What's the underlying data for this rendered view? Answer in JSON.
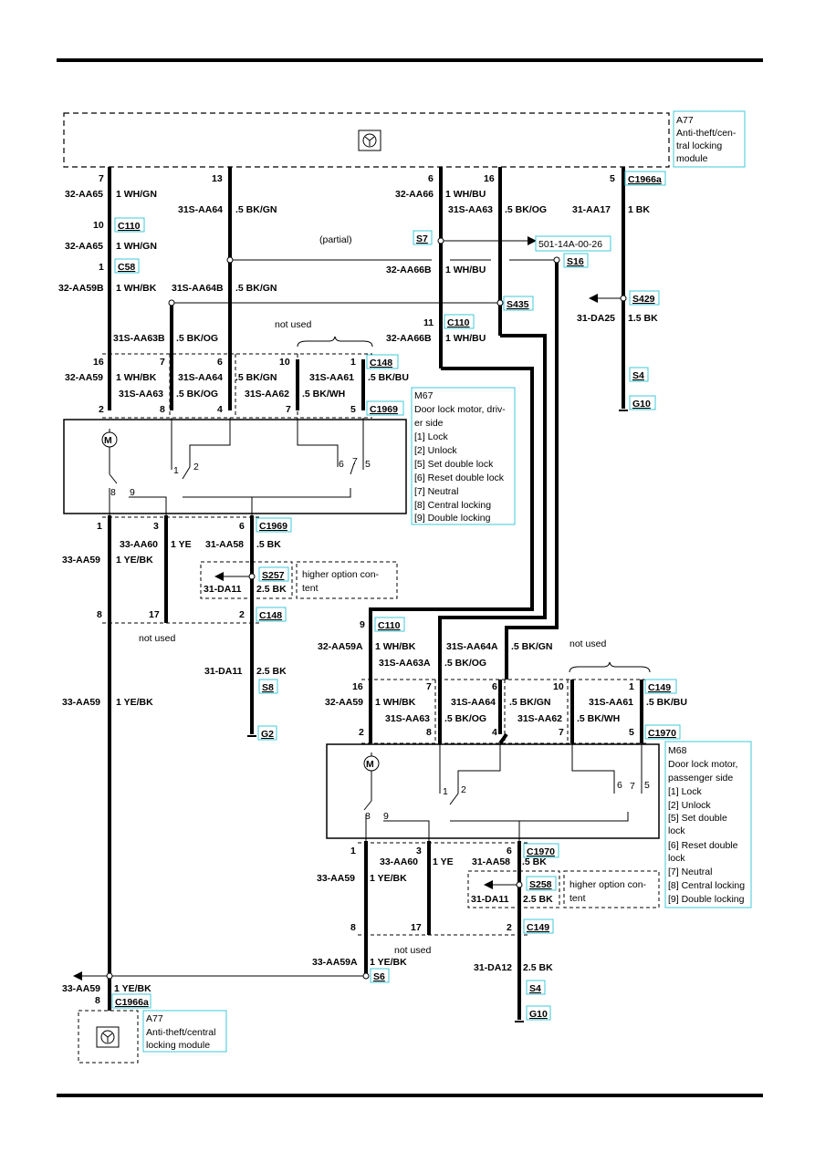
{
  "diagram": {
    "modules": {
      "a77_top": {
        "label_lines": [
          "A77",
          "Anti-theft/cen-",
          "tral locking",
          "module"
        ]
      },
      "a77_bottom": {
        "label_lines": [
          "A77",
          "Anti-theft/central",
          "locking module"
        ]
      },
      "m67": {
        "label_lines": [
          "M67",
          "Door lock motor, driv-",
          "er side",
          "[1] Lock",
          "[2] Unlock",
          "[5] Set double lock",
          "[6] Reset double lock",
          "[7] Neutral",
          "[8] Central locking",
          "[9] Double locking"
        ]
      },
      "m68": {
        "label_lines": [
          "M68",
          "Door lock motor,",
          "passenger side",
          "[1] Lock",
          "[2] Unlock",
          "[5] Set double",
          "lock",
          "[6] Reset double",
          "lock",
          "[7] Neutral",
          "[8] Central locking",
          "[9] Double locking"
        ]
      },
      "higher_option_1": {
        "label_lines": [
          "higher option con-",
          "tent"
        ]
      },
      "higher_option_2": {
        "label_lines": [
          "higher option con-",
          "tent"
        ]
      }
    },
    "connectors": {
      "c1966a_top": "C1966a",
      "c110_a": "C110",
      "c58": "C58",
      "s7": "S7",
      "s16": "S16",
      "s435": "S435",
      "s429": "S429",
      "c110_b": "C110",
      "s4_top": "S4",
      "g10_top": "G10",
      "c148_a": "C148",
      "c1969_a": "C1969",
      "c1969_b": "C1969",
      "s257": "S257",
      "c148_b": "C148",
      "c110_c": "C110",
      "s8": "S8",
      "g2": "G2",
      "c149_a": "C149",
      "c1970_a": "C1970",
      "c1970_b": "C1970",
      "s258": "S258",
      "c149_b": "C149",
      "s6": "S6",
      "s4_bottom": "S4",
      "g10_bottom": "G10",
      "c1966a_bottom": "C1966a"
    },
    "reference": "501-14A-00-26",
    "partial": "(partial)",
    "not_used_1": "not used",
    "not_used_2": "not used",
    "not_used_3": "not used",
    "not_used_4": "not used",
    "pins": {
      "p7": "7",
      "p13": "13",
      "p6": "6",
      "p16": "16",
      "p5": "5",
      "p10a": "10",
      "p1a": "1",
      "p11": "11",
      "r16": "16",
      "r7": "7",
      "r6": "6",
      "r10": "10",
      "r1": "1",
      "r2": "2",
      "r8": "8",
      "r4": "4",
      "r7b": "7",
      "r5": "5",
      "m1": "1",
      "m3": "3",
      "m6": "6",
      "m8": "8",
      "m17": "17",
      "m2": "2",
      "q9": "9",
      "s16p": "16",
      "s7p": "7",
      "s6p": "6",
      "s10p": "10",
      "s1p": "1",
      "s2p": "2",
      "s8p": "8",
      "s4p": "4",
      "s7b": "7",
      "s5p": "5",
      "n1": "1",
      "n3": "3",
      "n6": "6",
      "n8": "8",
      "n17": "17",
      "n2": "2",
      "b8": "8"
    },
    "wires": {
      "w1": "32-AA65",
      "w1c": "1 WH/GN",
      "w2": "31S-AA64",
      "w2c": ".5 BK/GN",
      "w3": "32-AA66",
      "w3c": "1 WH/BU",
      "w4": "31S-AA63",
      "w4c": ".5 BK/OG",
      "w5": "31-AA17",
      "w5c": "1 BK",
      "w6": "32-AA65",
      "w6c": "1 WH/GN",
      "w7": "32-AA66B",
      "w7c": "1 WH/BU",
      "w8": "32-AA59B",
      "w8c": "1 WH/BK",
      "w9": "31S-AA64B",
      "w9c": ".5 BK/GN",
      "w10": "31-DA25",
      "w10c": "1.5 BK",
      "w11": "31S-AA63B",
      "w11c": ".5 BK/OG",
      "w12": "32-AA66B",
      "w12c": "1 WH/BU",
      "w13": "32-AA59",
      "w13c": "1 WH/BK",
      "w14": "31S-AA64",
      "w14c": ".5 BK/GN",
      "w15": "31S-AA61",
      "w15c": ".5 BK/BU",
      "w16": "31S-AA63",
      "w16c": ".5 BK/OG",
      "w17": "31S-AA62",
      "w17c": ".5 BK/WH",
      "w18": "33-AA60",
      "w18c": "1 YE",
      "w19": "31-AA58",
      "w19c": ".5 BK",
      "w20": "33-AA59",
      "w20c": "1 YE/BK",
      "w21": "31-DA11",
      "w21c": "2.5 BK",
      "w22": "32-AA59A",
      "w22c": "1 WH/BK",
      "w23": "31S-AA64A",
      "w23c": ".5 BK/GN",
      "w24": "31S-AA63A",
      "w24c": ".5 BK/OG",
      "w25": "31-DA11",
      "w25c": "2.5 BK",
      "w26": "33-AA59",
      "w26c": "1 YE/BK",
      "w27": "32-AA59",
      "w27c": "1 WH/BK",
      "w28": "31S-AA64",
      "w28c": ".5 BK/GN",
      "w29": "31S-AA61",
      "w29c": ".5 BK/BU",
      "w30": "31S-AA63",
      "w30c": ".5 BK/OG",
      "w31": "31S-AA62",
      "w31c": ".5 BK/WH",
      "w32": "33-AA60",
      "w32c": "1 YE",
      "w33": "31-AA58",
      "w33c": ".5 BK",
      "w34": "33-AA59",
      "w34c": "1 YE/BK",
      "w35": "31-DA11",
      "w35c": "2.5 BK",
      "w36": "33-AA59A",
      "w36c": "1 YE/BK",
      "w37": "31-DA12",
      "w37c": "2.5 BK",
      "w38": "33-AA59",
      "w38c": "1 YE/BK"
    },
    "switch_pins": {
      "a1": "1",
      "a2": "2",
      "a6": "6",
      "a7": "7",
      "a5": "5",
      "a8": "8",
      "a9": "9",
      "b1": "1",
      "b2": "2",
      "b6": "6",
      "b7": "7",
      "b5": "5",
      "b8": "8",
      "b9": "9"
    },
    "motor_symbol": "M"
  }
}
